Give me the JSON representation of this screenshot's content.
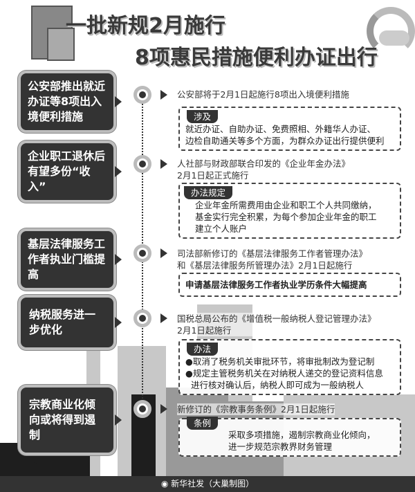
{
  "title": {
    "line1": "一批新规2月施行",
    "line2": "8项惠民措施便利办证出行"
  },
  "items": [
    {
      "label": "公安部推出就近办证等8项出入境便利措施",
      "headline": "公安部将于2月1日起施行8项出入境便利措施",
      "tag": "涉及",
      "body": [
        "就近办证、自助办证、免费照相、外籍华人办证、",
        "边检自助通关等多个方面，为群众办证出行提供便利"
      ]
    },
    {
      "label": "企业职工退休后有望多份“收入”",
      "headline": [
        "人社部与财政部联合印发的《企业年金办法》",
        "2月1日起正式施行"
      ],
      "tag": "办法规定",
      "body": [
        "企业年金所需费用由企业和职工个人共同缴纳，",
        "基金实行完全积累，为每个参加企业年金的职工",
        "建立个人账户"
      ]
    },
    {
      "label": "基层法律服务工作者执业门槛提高",
      "headline": [
        "司法部新修订的《基层法律服务工作者管理办法》",
        "和《基层法律服务所管理办法》2月1日起施行"
      ],
      "body": [
        "申请基层法律服务工作者执业学历条件大幅提高"
      ]
    },
    {
      "label": "纳税服务进一步优化",
      "headline": [
        "国税总局公布的《增值税一般纳税人登记管理办法》",
        "2月1日起施行"
      ],
      "tag": "办法",
      "body": [
        "●取消了税务机关审批环节，将审批制改为登记制",
        "●规定主管税务机关在对纳税人递交的登记资料信息",
        "  进行核对确认后，纳税人即可成为一般纳税人"
      ]
    },
    {
      "label": "宗教商业化倾向或将得到遏制",
      "headline": "新修订的《宗教事务条例》2月1日起施行",
      "tag": "条例",
      "body": [
        "采取多项措施，遏制宗教商业化倾向，",
        "进一步规范宗教界财务管理"
      ]
    }
  ],
  "footer": "新华社发（大巢制图）",
  "colors": {
    "dark": "#333333",
    "light": "#c8c8c8"
  }
}
